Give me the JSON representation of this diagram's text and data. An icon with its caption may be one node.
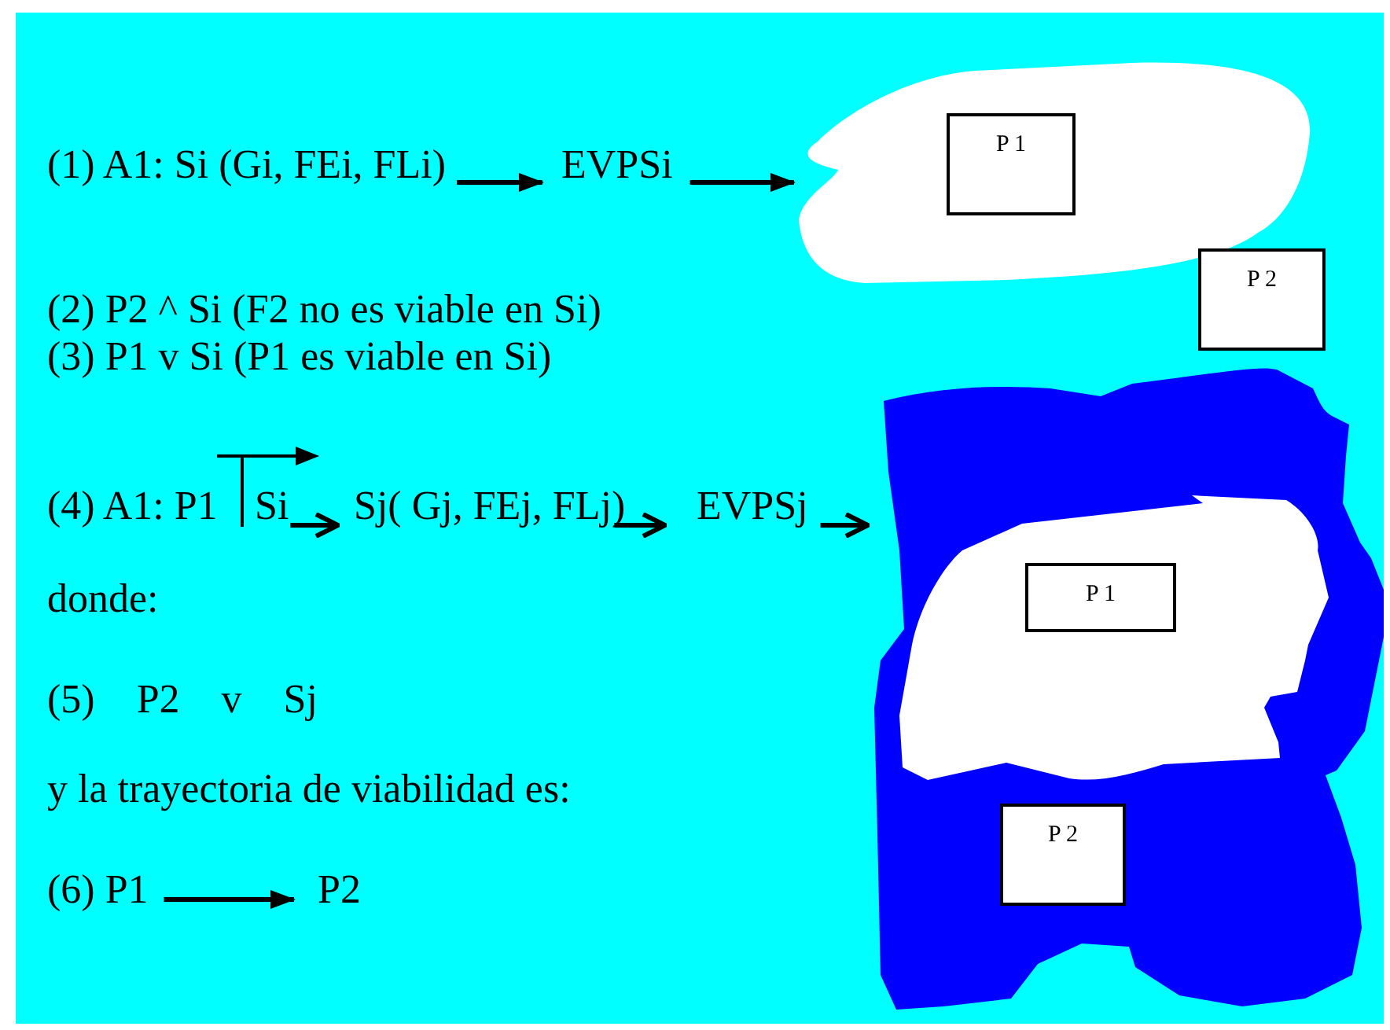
{
  "diagram": {
    "nodes": [
      {
        "text": [
          "(1) A1: Si (Gi, FEi, FLi)"
        ]
      },
      {
        "text": [
          "EVPSi"
        ]
      },
      {
        "text": [],
        "shape": "cloud"
      },
      {
        "text": [
          "P 1"
        ],
        "in": 2
      },
      {
        "text": [
          "P 2"
        ]
      },
      {
        "text": [
          "(4) A1: P1"
        ]
      },
      {
        "text": [
          "Si"
        ]
      },
      {
        "text": [
          "Sj( Gj, FEj, FLj)"
        ]
      },
      {
        "text": [
          "EVPSj"
        ]
      },
      {
        "text": [],
        "shape": "cloud"
      },
      {
        "text": [],
        "shape": "cloud",
        "in": 9
      },
      {
        "text": [
          "P 1"
        ],
        "in": 10
      },
      {
        "text": [
          "P 2"
        ],
        "in": 9
      },
      {
        "text": [
          "(6) P1"
        ]
      },
      {
        "text": [
          "P2"
        ]
      }
    ],
    "edges": [
      {
        "from": 0,
        "to": 1,
        "arrow": "to"
      },
      {
        "from": 1,
        "to": 2,
        "arrow": "to"
      },
      {
        "from": 6,
        "to": 7,
        "arrow": "to"
      },
      {
        "from": 7,
        "to": 8,
        "arrow": "to"
      },
      {
        "from": 8,
        "to": 9,
        "arrow": "to"
      },
      {
        "from": 13,
        "to": 14,
        "arrow": "to"
      }
    ],
    "labels": [
      "(2) P2 ^ Si (F2 no es viable en Si)",
      "(3) P1 v Si (P1 es viable en Si)",
      "donde:",
      "(5) P2 v Sj",
      "y la trayectoria de viabilidad es:"
    ]
  }
}
